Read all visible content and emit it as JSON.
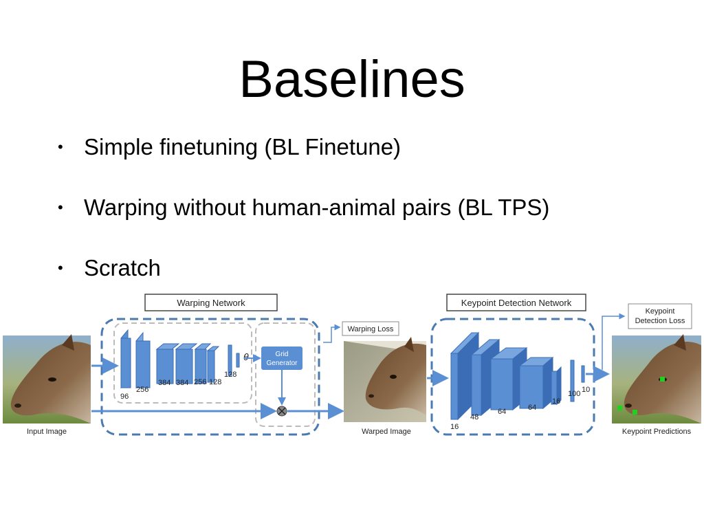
{
  "slide": {
    "title": "Baselines",
    "bullets": [
      "Simple finetuning (BL Finetune)",
      "Warping without human-animal pairs (BL TPS)",
      "Scratch"
    ]
  },
  "diagram": {
    "warping_network_label": "Warping Network",
    "keypoint_network_label": "Keypoint Detection Network",
    "grid_generator_label": [
      "Grid",
      "Generator"
    ],
    "theta_label": "θ",
    "warping_loss_label": "Warping Loss",
    "keypoint_loss_label": [
      "Keypoint",
      "Detection Loss"
    ],
    "input_image_label": "Input Image",
    "warped_image_label": "Warped Image",
    "keypoint_predictions_label": "Keypoint Predictions",
    "warping_dims": [
      "96",
      "256",
      "384",
      "384",
      "256",
      "128",
      "128"
    ],
    "keypoint_dims": [
      "16",
      "48",
      "64",
      "64",
      "16",
      "100",
      "10"
    ]
  },
  "colors": {
    "block": "#5b8fd4",
    "block_dark": "#3a6db5",
    "dashed_border": "#4a7ab0",
    "keypoint": "#1dd31d"
  }
}
